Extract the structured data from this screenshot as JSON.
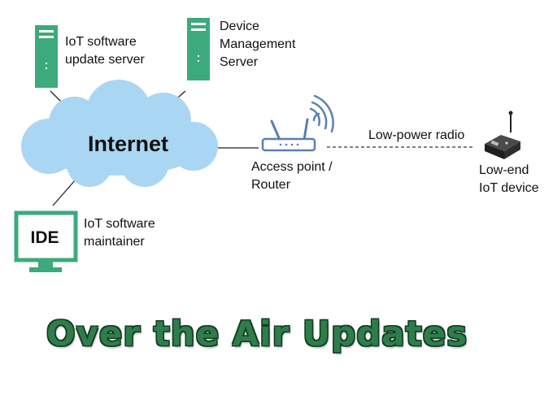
{
  "nodes": {
    "update_server": {
      "line1": "IoT software",
      "line2": "update server"
    },
    "device_mgmt": {
      "line1": "Device",
      "line2": "Management",
      "line3": "Server"
    },
    "internet": {
      "label": "Internet"
    },
    "access_point": {
      "line1": "Access point /",
      "line2": "Router"
    },
    "low_end_device": {
      "line1": "Low-end",
      "line2": "IoT device"
    },
    "ide": {
      "screen_text": "IDE",
      "line1": "IoT software",
      "line2": "maintainer"
    }
  },
  "links": {
    "radio_label": "Low-power radio"
  },
  "title": "Over the Air Updates",
  "colors": {
    "server_green": "#3daa7c",
    "cloud_blue": "#a9d6f2",
    "router_blue": "#5a7fb5",
    "ide_green": "#3daa7c",
    "title_green": "#2e7d4a"
  }
}
